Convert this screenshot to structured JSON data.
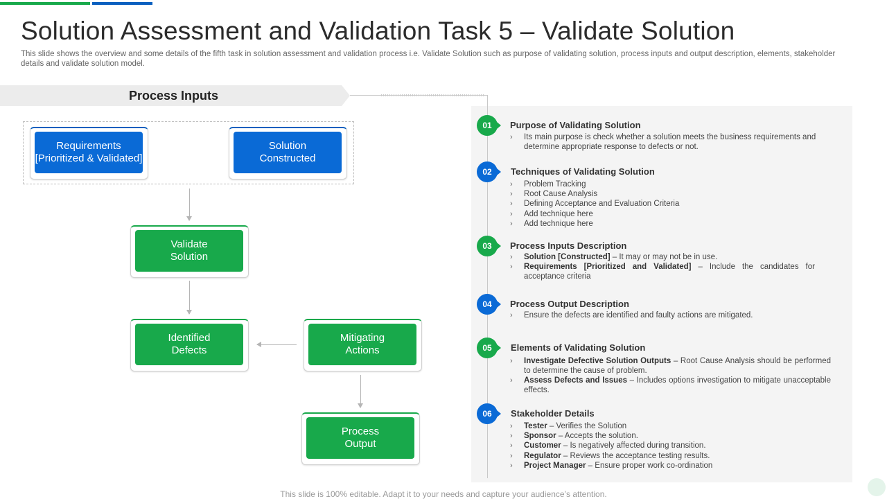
{
  "slide": {
    "title": "Solution Assessment and Validation Task 5 – Validate Solution",
    "subtitle": "This slide shows the overview and some details of the fifth task in solution assessment and validation process i.e. Validate Solution such as purpose of validating solution, process inputs and output description, elements, stakeholder details and validate solution model.",
    "footer": "This slide is 100% editable. Adapt it to your needs and capture your audience’s attention.",
    "colors": {
      "green": "#18a94b",
      "blue": "#0a6ad6",
      "panel": "#f4f4f4"
    }
  },
  "diagram": {
    "banner": "Process Inputs",
    "nodes": {
      "requirements": "Requirements\n[Prioritized & Validated]",
      "solution_constructed": "Solution\nConstructed",
      "validate_solution": "Validate\nSolution",
      "identified_defects": "Identified\nDefects",
      "mitigating_actions": "Mitigating\nActions",
      "process_output": "Process\nOutput"
    }
  },
  "sections": [
    {
      "num": "01",
      "title": "Purpose of Validating Solution",
      "bullets": [
        {
          "bold": "",
          "text": "Its main purpose is check whether a solution meets the business requirements and determine appropriate response to defects or not."
        }
      ]
    },
    {
      "num": "02",
      "title": "Techniques of Validating Solution",
      "bullets": [
        {
          "bold": "",
          "text": "Problem Tracking"
        },
        {
          "bold": "",
          "text": "Root Cause Analysis"
        },
        {
          "bold": "",
          "text": "Defining Acceptance and Evaluation Criteria"
        },
        {
          "bold": "",
          "text": "Add technique here"
        },
        {
          "bold": "",
          "text": "Add technique here"
        }
      ]
    },
    {
      "num": "03",
      "title": "Process Inputs Description",
      "bullets": [
        {
          "bold": "Solution [Constructed]",
          "text": " – It may or may not be in use."
        },
        {
          "bold": "Requirements [Prioritized and Validated]",
          "text": " – Include the candidates for acceptance criteria"
        }
      ]
    },
    {
      "num": "04",
      "title": "Process Output Description",
      "bullets": [
        {
          "bold": "",
          "text": "Ensure the defects are identified and faulty actions are mitigated."
        }
      ]
    },
    {
      "num": "05",
      "title": "Elements of Validating Solution",
      "bullets": [
        {
          "bold": "Investigate Defective Solution Outputs",
          "text": " – Root Cause Analysis should be performed to determine the cause of problem."
        },
        {
          "bold": "Assess Defects and Issues",
          "text": " – Includes options investigation to mitigate unacceptable effects."
        }
      ]
    },
    {
      "num": "06",
      "title": "Stakeholder Details",
      "bullets": [
        {
          "bold": "Tester",
          "text": " – Verifies the Solution"
        },
        {
          "bold": "Sponsor",
          "text": " – Accepts the solution."
        },
        {
          "bold": "Customer",
          "text": " – Is negatively affected during transition."
        },
        {
          "bold": "Regulator",
          "text": " – Reviews the acceptance testing results."
        },
        {
          "bold": "Project Manager",
          "text": " – Ensure proper work co-ordination"
        }
      ]
    }
  ]
}
